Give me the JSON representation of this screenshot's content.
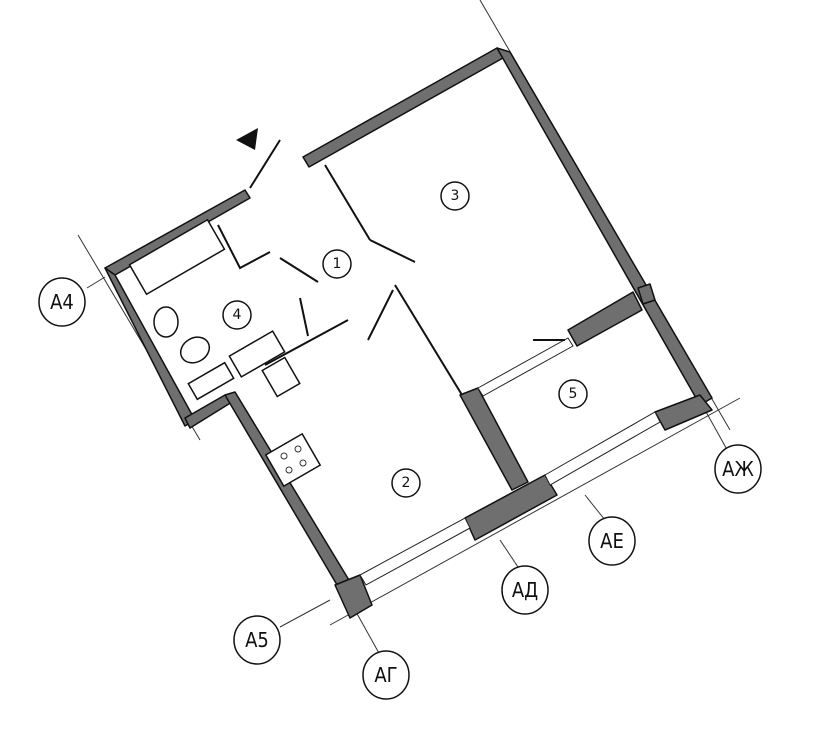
{
  "plan": {
    "rooms": [
      {
        "number": "1"
      },
      {
        "number": "2"
      },
      {
        "number": "3"
      },
      {
        "number": "4"
      },
      {
        "number": "5"
      }
    ],
    "axes": [
      {
        "label": "А4"
      },
      {
        "label": "А5"
      },
      {
        "label": "АГ"
      },
      {
        "label": "АД"
      },
      {
        "label": "АЕ"
      },
      {
        "label": "АЖ"
      }
    ],
    "entrance_marker": "entrance-arrow-icon"
  }
}
